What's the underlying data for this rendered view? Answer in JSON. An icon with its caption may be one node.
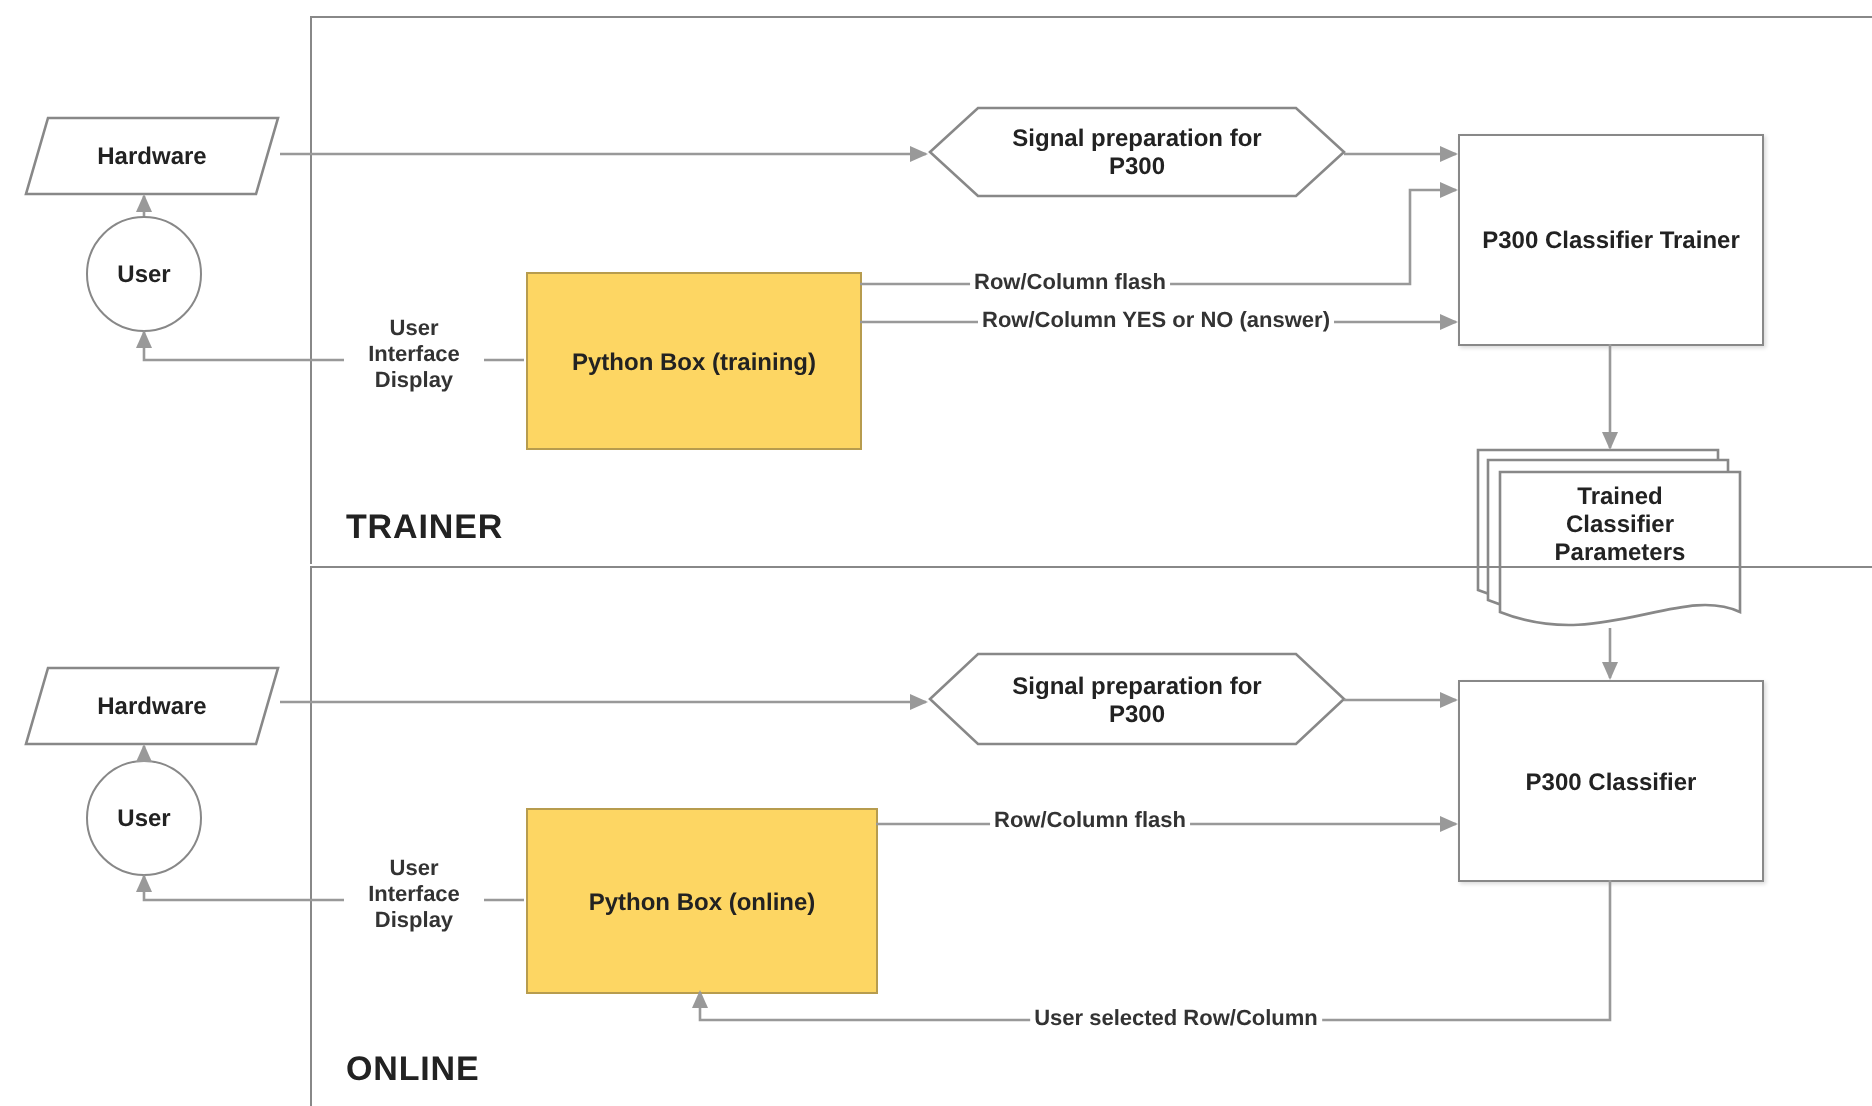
{
  "diagram": {
    "nodes": [
      {
        "text": [
          "TRAINER"
        ]
      },
      {
        "text": [
          "Hardware"
        ]
      },
      {
        "text": [
          "User"
        ]
      },
      {
        "text": [
          "Python Box (training)"
        ],
        "in": 0
      },
      {
        "text": [
          "Signal preparation for P300"
        ],
        "in": 0
      },
      {
        "text": [
          "P300 Classifier Trainer"
        ],
        "in": 0
      },
      {
        "text": [
          "Trained Classifier Parameters"
        ]
      },
      {
        "text": [
          "ONLINE"
        ]
      },
      {
        "text": [
          "Hardware"
        ]
      },
      {
        "text": [
          "User"
        ]
      },
      {
        "text": [
          "Python Box (online)"
        ],
        "in": 7
      },
      {
        "text": [
          "Signal preparation for P300"
        ],
        "in": 7
      },
      {
        "text": [
          "P300 Classifier"
        ],
        "in": 7
      }
    ],
    "edges": [
      {
        "from": 1,
        "to": 4,
        "arrow": "to"
      },
      {
        "from": 4,
        "to": 5,
        "arrow": "to"
      },
      {
        "from": 2,
        "to": 1,
        "arrow": "to"
      },
      {
        "from": 3,
        "to": 2,
        "arrow": "to",
        "label": "User Interface Display"
      },
      {
        "from": 3,
        "to": 5,
        "arrow": "to",
        "label": "Row/Column flash"
      },
      {
        "from": 3,
        "to": 5,
        "arrow": "to",
        "label": "Row/Column YES or NO (answer)"
      },
      {
        "from": 5,
        "to": 6,
        "arrow": "to"
      },
      {
        "from": 6,
        "to": 12,
        "arrow": "to"
      },
      {
        "from": 8,
        "to": 11,
        "arrow": "to"
      },
      {
        "from": 11,
        "to": 12,
        "arrow": "to"
      },
      {
        "from": 9,
        "to": 8,
        "arrow": "to"
      },
      {
        "from": 10,
        "to": 9,
        "arrow": "to",
        "label": "User Interface Display"
      },
      {
        "from": 10,
        "to": 12,
        "arrow": "to",
        "label": "Row/Column flash"
      },
      {
        "from": 12,
        "to": 10,
        "arrow": "to",
        "label": "User selected Row/Column"
      }
    ]
  }
}
